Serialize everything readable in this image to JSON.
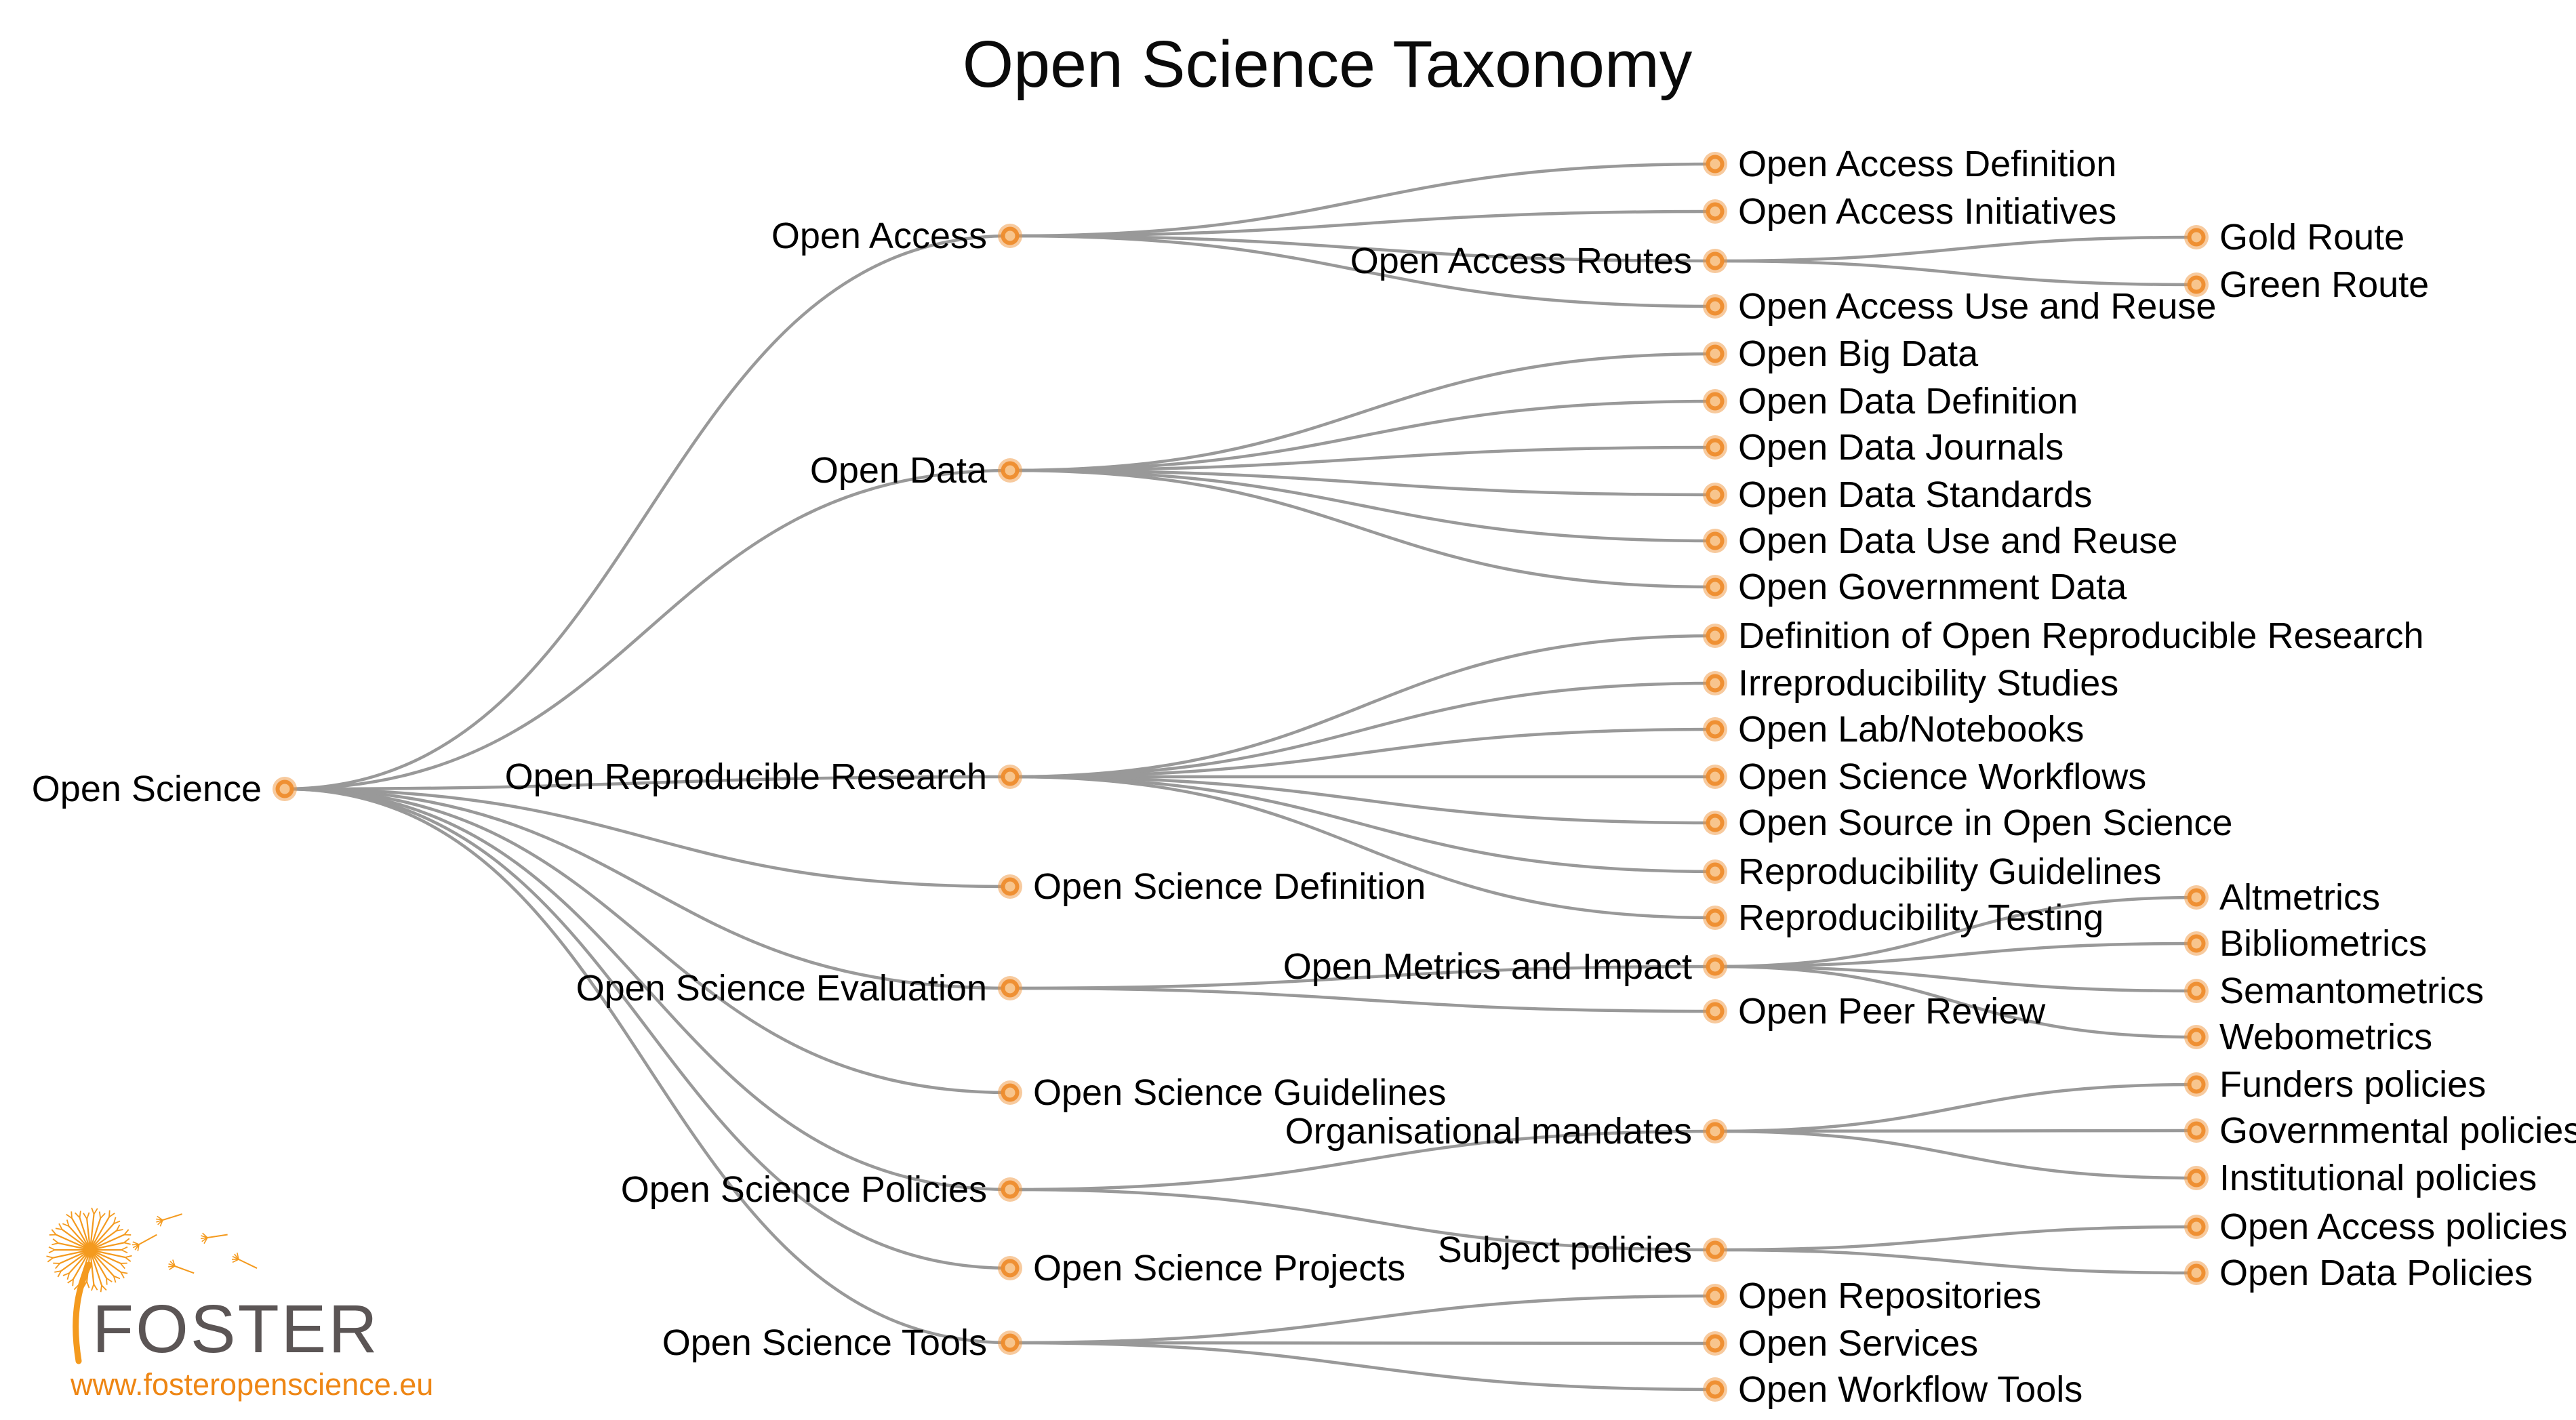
{
  "title": "Open Science Taxonomy",
  "logo": {
    "brand": "FOSTER",
    "url": "www.fosteropenscience.eu",
    "brand_color": "#5b5555",
    "accent_color": "#ee8614",
    "icon_color": "#f49a1e"
  },
  "colors": {
    "link": "#999999",
    "node_halo": "#f0953e",
    "node_ring": "#ee8c2d",
    "node_center": "#f9cf9d",
    "label": "#000000"
  },
  "chart_data": {
    "type": "tree",
    "title": "Open Science Taxonomy",
    "orientation": "horizontal-left-to-right",
    "root": {
      "name": "Open Science",
      "children": [
        {
          "name": "Open Access",
          "children": [
            {
              "name": "Open Access Definition"
            },
            {
              "name": "Open Access Initiatives"
            },
            {
              "name": "Open Access Routes",
              "children": [
                {
                  "name": "Gold Route"
                },
                {
                  "name": "Green Route"
                }
              ]
            },
            {
              "name": "Open Access Use and Reuse"
            }
          ]
        },
        {
          "name": "Open Data",
          "children": [
            {
              "name": "Open Big Data"
            },
            {
              "name": "Open Data Definition"
            },
            {
              "name": "Open Data Journals"
            },
            {
              "name": "Open Data Standards"
            },
            {
              "name": "Open Data Use and Reuse"
            },
            {
              "name": "Open Government Data"
            }
          ]
        },
        {
          "name": "Open Reproducible Research",
          "children": [
            {
              "name": "Definition of Open Reproducible Research"
            },
            {
              "name": "Irreproducibility Studies"
            },
            {
              "name": "Open Lab/Notebooks"
            },
            {
              "name": "Open Science Workflows"
            },
            {
              "name": "Open Source in Open Science"
            },
            {
              "name": "Reproducibility Guidelines"
            },
            {
              "name": "Reproducibility Testing"
            }
          ]
        },
        {
          "name": "Open Science Definition"
        },
        {
          "name": "Open Science Evaluation",
          "children": [
            {
              "name": "Open Metrics and Impact",
              "children": [
                {
                  "name": "Altmetrics"
                },
                {
                  "name": "Bibliometrics"
                },
                {
                  "name": "Semantometrics"
                },
                {
                  "name": "Webometrics"
                }
              ]
            },
            {
              "name": "Open Peer Review"
            }
          ]
        },
        {
          "name": "Open Science Guidelines"
        },
        {
          "name": "Open Science Policies",
          "children": [
            {
              "name": "Organisational mandates",
              "children": [
                {
                  "name": "Funders policies"
                },
                {
                  "name": "Governmental policies"
                },
                {
                  "name": "Institutional policies"
                }
              ]
            },
            {
              "name": "Subject policies",
              "children": [
                {
                  "name": "Open Access policies"
                },
                {
                  "name": "Open Data Policies"
                }
              ]
            }
          ]
        },
        {
          "name": "Open Science Projects"
        },
        {
          "name": "Open Science Tools",
          "children": [
            {
              "name": "Open Repositories"
            },
            {
              "name": "Open Services"
            },
            {
              "name": "Open Workflow Tools"
            }
          ]
        }
      ]
    },
    "layout": {
      "depth_x": [
        420,
        1490,
        2530,
        3240
      ],
      "rows": {
        "Open Science": 1164,
        "Open Access": 348,
        "Open Data": 694,
        "Open Reproducible Research": 1146,
        "Open Science Definition": 1308,
        "Open Science Evaluation": 1458,
        "Open Science Guidelines": 1612,
        "Open Science Policies": 1755,
        "Open Science Projects": 1871,
        "Open Science Tools": 1981,
        "Open Access Definition": 242,
        "Open Access Initiatives": 312,
        "Open Access Routes": 385,
        "Open Access Use and Reuse": 452,
        "Open Big Data": 522,
        "Open Data Definition": 592,
        "Open Data Journals": 660,
        "Open Data Standards": 730,
        "Open Data Use and Reuse": 798,
        "Open Government Data": 866,
        "Definition of Open Reproducible Research": 938,
        "Irreproducibility Studies": 1008,
        "Open Lab/Notebooks": 1076,
        "Open Science Workflows": 1146,
        "Open Source in Open Science": 1214,
        "Reproducibility Guidelines": 1286,
        "Reproducibility Testing": 1354,
        "Open Metrics and Impact": 1426,
        "Open Peer Review": 1492,
        "Organisational mandates": 1669,
        "Subject policies": 1844,
        "Open Repositories": 1912,
        "Open Services": 1982,
        "Open Workflow Tools": 2050,
        "Gold Route": 350,
        "Green Route": 420,
        "Altmetrics": 1324,
        "Bibliometrics": 1392,
        "Semantometrics": 1462,
        "Webometrics": 1530,
        "Funders policies": 1600,
        "Governmental policies": 1668,
        "Institutional policies": 1738,
        "Open Access policies": 1810,
        "Open Data Policies": 1878
      }
    }
  }
}
